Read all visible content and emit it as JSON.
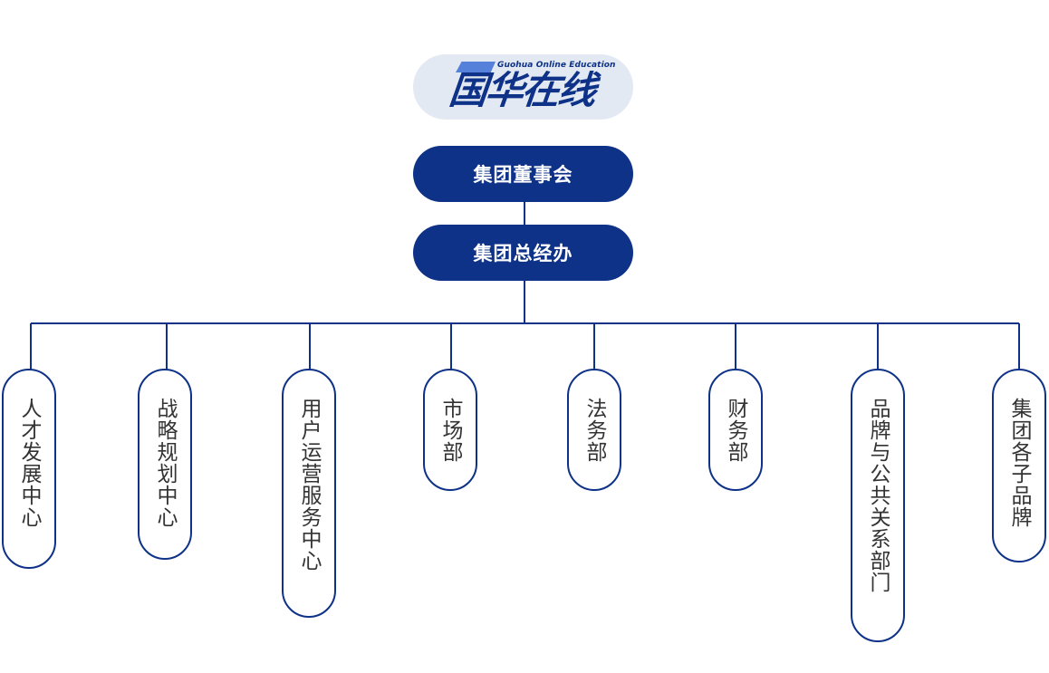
{
  "logo": {
    "english": "Guohua Online Education",
    "chinese": "国华在线"
  },
  "board": "集团董事会",
  "office": "集团总经办",
  "departments": [
    "人才发展中心",
    "战略规划中心",
    "用户运营服务中心",
    "市场部",
    "法务部",
    "财务部",
    "品牌与公共关系部门",
    "集团各子品牌"
  ],
  "colors": {
    "primary": "#0e3288",
    "logo_bg": "#e3e9f3",
    "label_text": "#333333"
  }
}
